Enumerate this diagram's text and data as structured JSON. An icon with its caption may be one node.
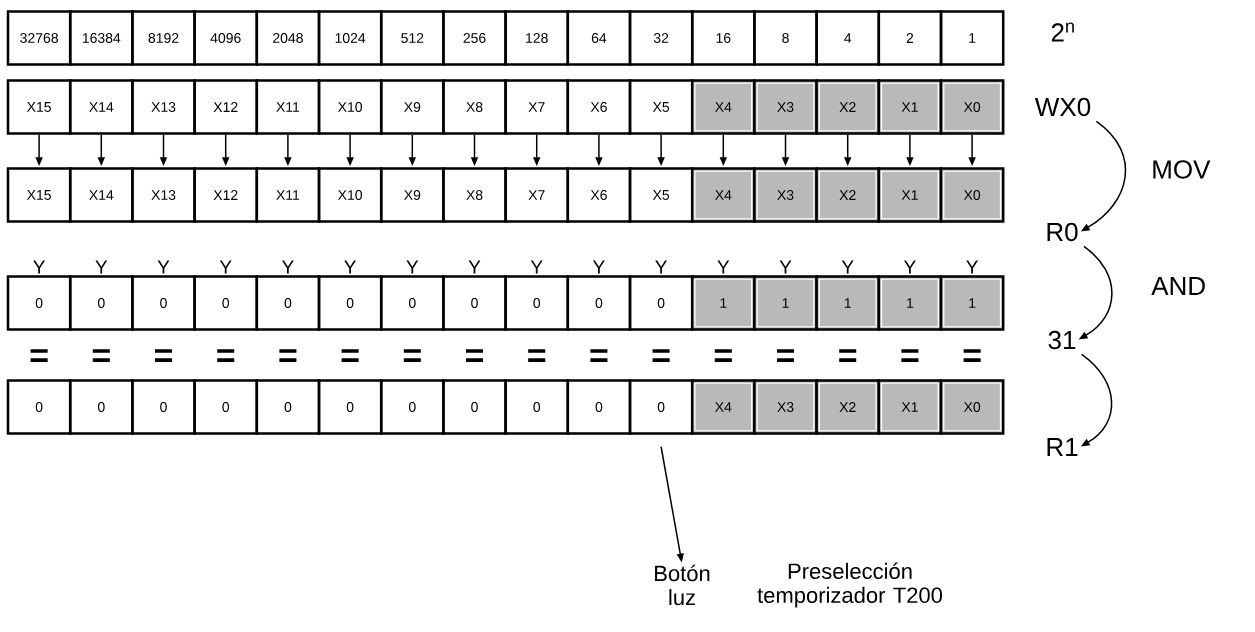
{
  "diagram": {
    "nodes": [
      {
        "text": [
          "32768"
        ]
      },
      {
        "text": [
          "16384"
        ]
      },
      {
        "text": [
          "8192"
        ]
      },
      {
        "text": [
          "4096"
        ]
      },
      {
        "text": [
          "2048"
        ]
      },
      {
        "text": [
          "1024"
        ]
      },
      {
        "text": [
          "512"
        ]
      },
      {
        "text": [
          "256"
        ]
      },
      {
        "text": [
          "128"
        ]
      },
      {
        "text": [
          "64"
        ]
      },
      {
        "text": [
          "32"
        ]
      },
      {
        "text": [
          "16"
        ]
      },
      {
        "text": [
          "8"
        ]
      },
      {
        "text": [
          "4"
        ]
      },
      {
        "text": [
          "2"
        ]
      },
      {
        "text": [
          "1"
        ]
      },
      {
        "text": [
          "X15"
        ]
      },
      {
        "text": [
          "X14"
        ]
      },
      {
        "text": [
          "X13"
        ]
      },
      {
        "text": [
          "X12"
        ]
      },
      {
        "text": [
          "X11"
        ]
      },
      {
        "text": [
          "X10"
        ]
      },
      {
        "text": [
          "X9"
        ]
      },
      {
        "text": [
          "X8"
        ]
      },
      {
        "text": [
          "X7"
        ]
      },
      {
        "text": [
          "X6"
        ]
      },
      {
        "text": [
          "X5"
        ]
      },
      {
        "text": [
          "X4"
        ]
      },
      {
        "text": [
          "X3"
        ]
      },
      {
        "text": [
          "X2"
        ]
      },
      {
        "text": [
          "X1"
        ]
      },
      {
        "text": [
          "X0"
        ]
      },
      {
        "text": [
          "X15"
        ]
      },
      {
        "text": [
          "X14"
        ]
      },
      {
        "text": [
          "X13"
        ]
      },
      {
        "text": [
          "X12"
        ]
      },
      {
        "text": [
          "X11"
        ]
      },
      {
        "text": [
          "X10"
        ]
      },
      {
        "text": [
          "X9"
        ]
      },
      {
        "text": [
          "X8"
        ]
      },
      {
        "text": [
          "X7"
        ]
      },
      {
        "text": [
          "X6"
        ]
      },
      {
        "text": [
          "X5"
        ]
      },
      {
        "text": [
          "X4"
        ]
      },
      {
        "text": [
          "X3"
        ]
      },
      {
        "text": [
          "X2"
        ]
      },
      {
        "text": [
          "X1"
        ]
      },
      {
        "text": [
          "X0"
        ]
      },
      {
        "text": [
          "0"
        ]
      },
      {
        "text": [
          "0"
        ]
      },
      {
        "text": [
          "0"
        ]
      },
      {
        "text": [
          "0"
        ]
      },
      {
        "text": [
          "0"
        ]
      },
      {
        "text": [
          "0"
        ]
      },
      {
        "text": [
          "0"
        ]
      },
      {
        "text": [
          "0"
        ]
      },
      {
        "text": [
          "0"
        ]
      },
      {
        "text": [
          "0"
        ]
      },
      {
        "text": [
          "0"
        ]
      },
      {
        "text": [
          "1"
        ]
      },
      {
        "text": [
          "1"
        ]
      },
      {
        "text": [
          "1"
        ]
      },
      {
        "text": [
          "1"
        ]
      },
      {
        "text": [
          "1"
        ]
      },
      {
        "text": [
          "0"
        ]
      },
      {
        "text": [
          "0"
        ]
      },
      {
        "text": [
          "0"
        ]
      },
      {
        "text": [
          "0"
        ]
      },
      {
        "text": [
          "0"
        ]
      },
      {
        "text": [
          "0"
        ]
      },
      {
        "text": [
          "0"
        ]
      },
      {
        "text": [
          "0"
        ]
      },
      {
        "text": [
          "0"
        ]
      },
      {
        "text": [
          "0"
        ]
      },
      {
        "text": [
          "0"
        ]
      },
      {
        "text": [
          "X4"
        ]
      },
      {
        "text": [
          "X3"
        ]
      },
      {
        "text": [
          "X2"
        ]
      },
      {
        "text": [
          "X1"
        ]
      },
      {
        "text": [
          "X0"
        ]
      },
      {
        "text": [
          "WX0"
        ]
      },
      {
        "text": [
          "R0"
        ]
      },
      {
        "text": [
          "31"
        ]
      },
      {
        "text": [
          "R1"
        ]
      },
      {
        "text": [
          "Botón luz"
        ]
      }
    ],
    "edges": [
      {
        "from": 16,
        "to": 32,
        "arrow": "to"
      },
      {
        "from": 17,
        "to": 33,
        "arrow": "to"
      },
      {
        "from": 18,
        "to": 34,
        "arrow": "to"
      },
      {
        "from": 19,
        "to": 35,
        "arrow": "to"
      },
      {
        "from": 20,
        "to": 36,
        "arrow": "to"
      },
      {
        "from": 21,
        "to": 37,
        "arrow": "to"
      },
      {
        "from": 22,
        "to": 38,
        "arrow": "to"
      },
      {
        "from": 23,
        "to": 39,
        "arrow": "to"
      },
      {
        "from": 24,
        "to": 40,
        "arrow": "to"
      },
      {
        "from": 25,
        "to": 41,
        "arrow": "to"
      },
      {
        "from": 26,
        "to": 42,
        "arrow": "to"
      },
      {
        "from": 27,
        "to": 43,
        "arrow": "to"
      },
      {
        "from": 28,
        "to": 44,
        "arrow": "to"
      },
      {
        "from": 29,
        "to": 45,
        "arrow": "to"
      },
      {
        "from": 30,
        "to": 46,
        "arrow": "to"
      },
      {
        "from": 31,
        "to": 47,
        "arrow": "to"
      },
      {
        "from": 80,
        "to": 81,
        "arrow": "to",
        "label": "MOV"
      },
      {
        "from": 81,
        "to": 82,
        "arrow": "to",
        "label": "AND"
      },
      {
        "from": 82,
        "to": 83,
        "arrow": "to"
      },
      {
        "from": 74,
        "to": 84,
        "arrow": "to"
      }
    ],
    "labels": [
      "2$^{n}$",
      "Y",
      "Y",
      "Y",
      "Y",
      "Y",
      "Y",
      "Y",
      "Y",
      "Y",
      "Y",
      "Y",
      "Y",
      "Y",
      "Y",
      "Y",
      "Y",
      "=",
      "=",
      "=",
      "=",
      "=",
      "=",
      "=",
      "=",
      "=",
      "=",
      "=",
      "=",
      "=",
      "=",
      "=",
      "=",
      "Preselección temporizador T200"
    ]
  }
}
